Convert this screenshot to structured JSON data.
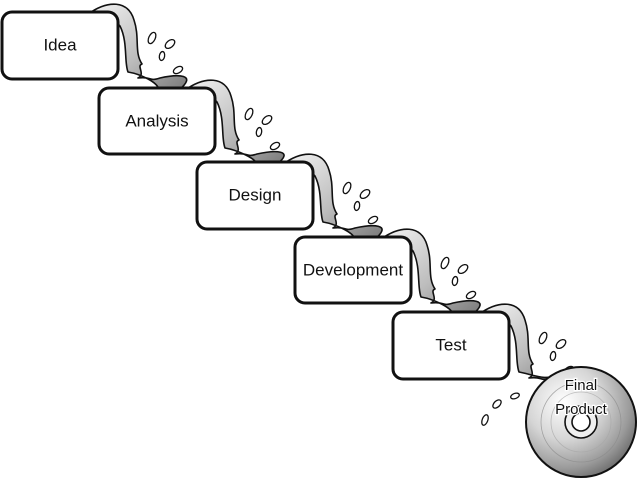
{
  "stages": [
    {
      "key": "idea",
      "label": "Idea"
    },
    {
      "key": "analysis",
      "label": "Analysis"
    },
    {
      "key": "design",
      "label": "Design"
    },
    {
      "key": "development",
      "label": "Development"
    },
    {
      "key": "test",
      "label": "Test"
    }
  ],
  "final_product": {
    "line1": "Final",
    "line2": "Product",
    "icon": "disc-icon"
  },
  "colors": {
    "stroke": "#111111",
    "box_fill": "#ffffff",
    "water_light": "#f2f2f2",
    "water_mid": "#b8b8b8",
    "water_dark": "#6e6e6e"
  }
}
